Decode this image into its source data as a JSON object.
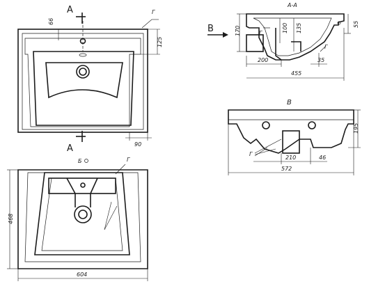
{
  "labels": {
    "section_a_top": "А",
    "section_a_bottom": "А",
    "section_title": "А-А",
    "view_b_arrow": "В",
    "view_b_title": "В",
    "view_b_small": "Б",
    "g1": "Г",
    "g2": "Г",
    "g3": "Г",
    "g4": "Г",
    "g5": "Г"
  },
  "dimensions": {
    "d66": "66",
    "d125": "125",
    "d90": "90",
    "d170": "170",
    "d100": "100",
    "d135": "135",
    "d55": "55",
    "d200": "200",
    "d35": "35",
    "d455": "455",
    "d195": "195",
    "d210": "210",
    "d46": "46",
    "d572": "572",
    "d468": "468",
    "d604": "604"
  }
}
